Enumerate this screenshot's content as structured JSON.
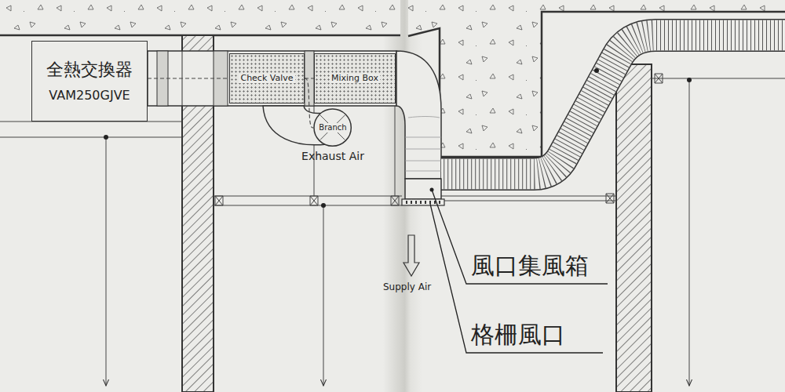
{
  "diagram": {
    "nodes": [
      {
        "text": [
          "全熱交換器",
          "VAM250GJVE"
        ]
      },
      {
        "text": [
          "Check Valve"
        ]
      },
      {
        "text": [
          "Mixing Box"
        ]
      },
      {
        "text": [
          "Branch"
        ]
      }
    ],
    "edges": [
      {
        "from": 0,
        "to": 1,
        "arrow": "none"
      },
      {
        "from": 1,
        "to": 2,
        "arrow": "none"
      },
      {
        "from": 1,
        "to": 3,
        "arrow": "none"
      }
    ],
    "labels": [
      "Exhaust Air",
      "Supply Air",
      "風口集風箱",
      "格柵風口"
    ]
  }
}
